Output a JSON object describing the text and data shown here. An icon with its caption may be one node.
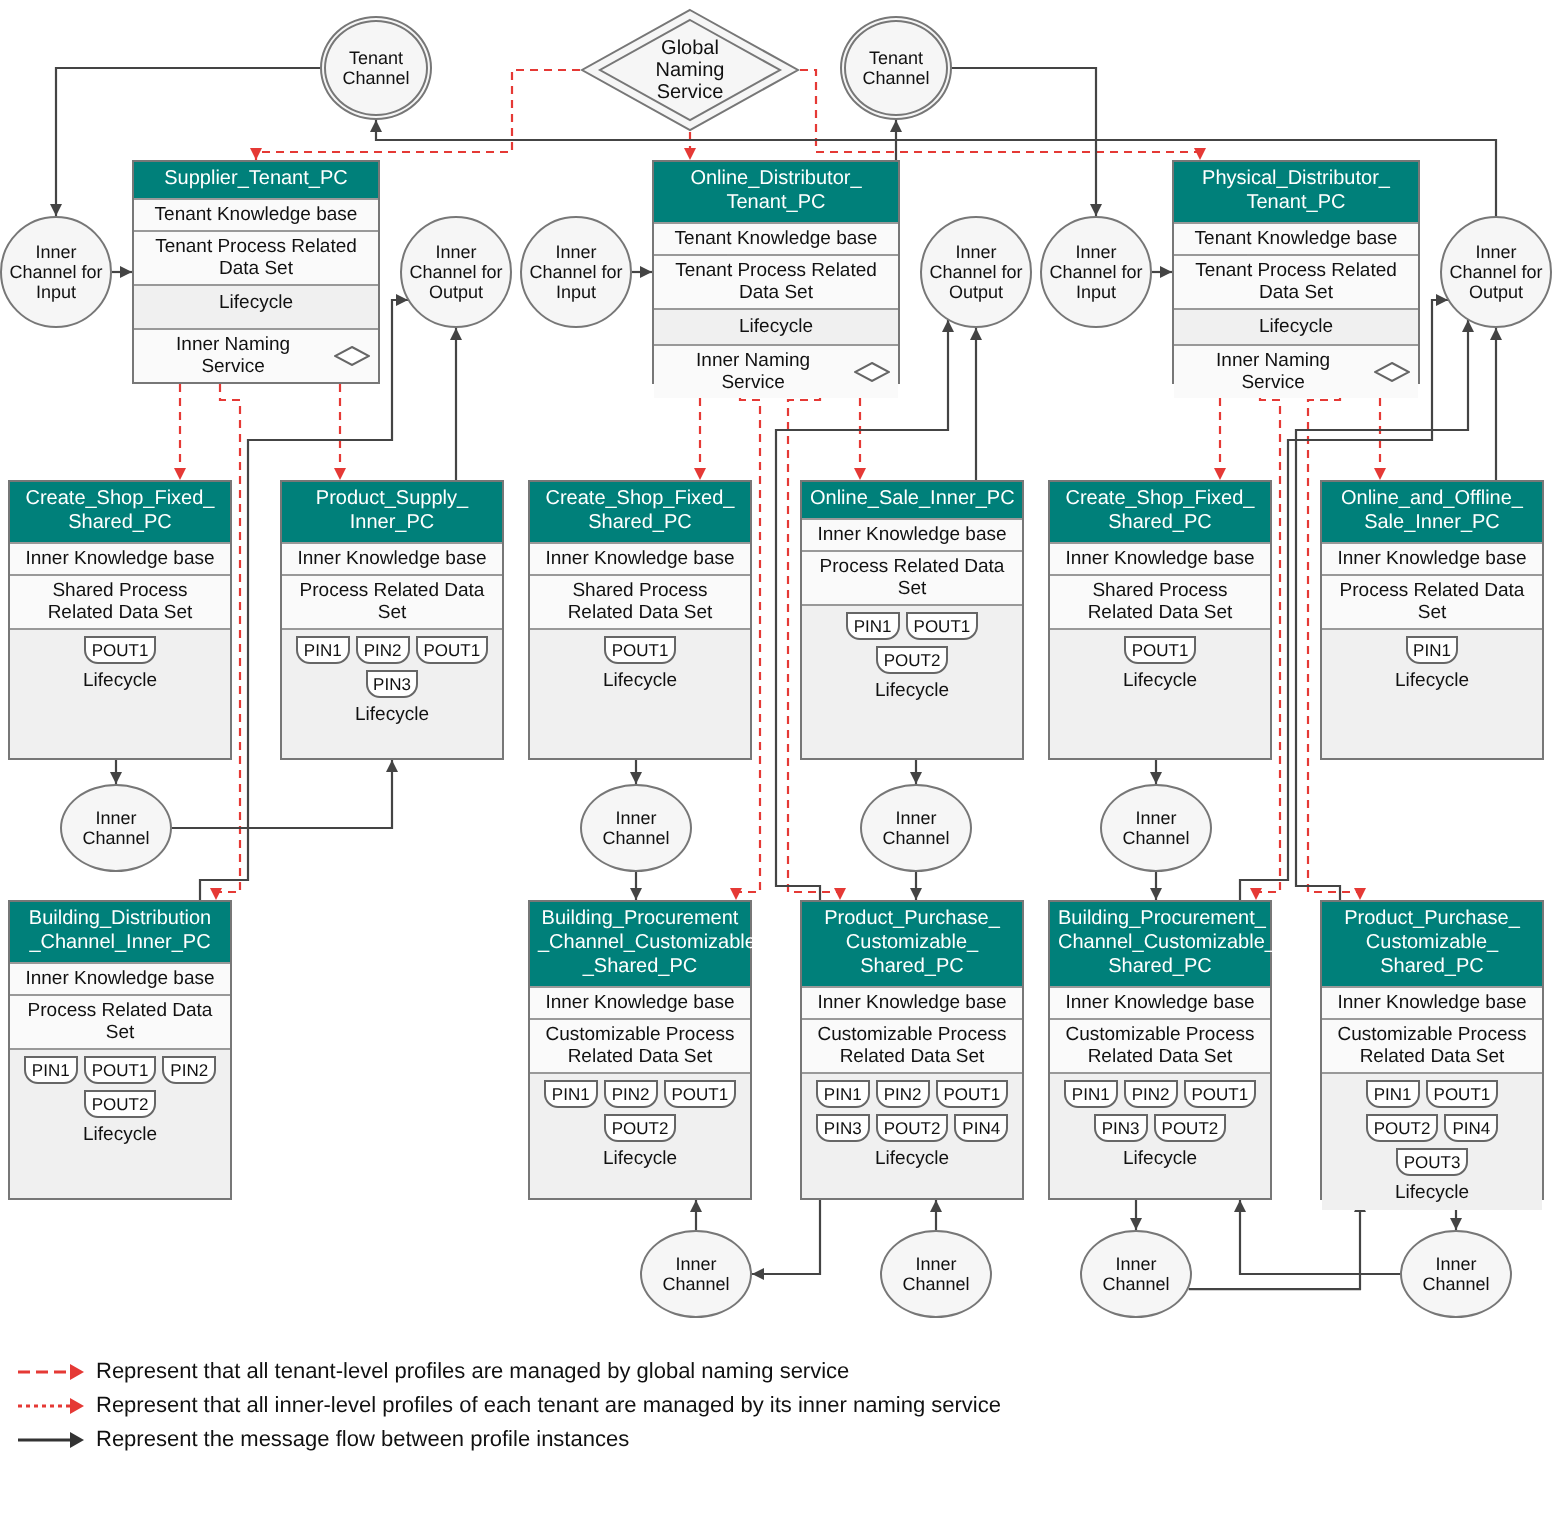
{
  "diagram": {
    "nodes": [
      {
        "text": [
          "Global Naming Service"
        ]
      },
      {
        "text": [
          "Tenant Channel"
        ]
      },
      {
        "text": [
          "Tenant Channel"
        ]
      },
      {
        "text": [
          "Physical_Distributor_ Tenant_PC",
          "Tenant Knowledge base",
          "Tenant Process Related Data Set",
          "Lifecycle",
          "Inner Naming Service"
        ]
      },
      {
        "text": [
          "Inner Channel for Output"
        ]
      },
      {
        "text": [
          "Inner Channel for Input"
        ]
      },
      {
        "text": [
          "Online_and_Offline_ Sale_Inner_PC",
          "Inner Knowledge base",
          "Process Related Data Set",
          "PIN1",
          "Lifecycle"
        ]
      },
      {
        "text": [
          "Product_Purchase_ Customizable_ Shared_PC",
          "Inner Knowledge base",
          "Customizable Process Related Data Set",
          "PIN1",
          "POUT1",
          "POUT2",
          "PIN4",
          "POUT3",
          "Lifecycle"
        ]
      },
      {
        "text": [
          "Inner Channel"
        ]
      },
      {
        "text": [
          "Create_Shop_Fixed_ Shared_PC",
          "Inner Knowledge base",
          "Shared Process Related Data Set",
          "POUT1",
          "Lifecycle"
        ]
      },
      {
        "text": [
          "Inner Channel"
        ]
      },
      {
        "text": [
          "Inner Channel"
        ]
      },
      {
        "text": [
          "Building_Procurement_ Channel_Customizable_ Shared_PC",
          "Inner Knowledge base",
          "Customizable Process Related Data Set",
          "PIN1",
          "PIN2",
          "POUT1",
          "PIN3",
          "POUT2",
          "Lifecycle"
        ]
      },
      {
        "text": [
          "Online_Distributor_ Tenant_PC",
          "Tenant Knowledge base",
          "Tenant Process Related Data Set",
          "Lifecycle",
          "Inner Naming Service"
        ]
      },
      {
        "text": [
          "Inner Channel for Output"
        ]
      },
      {
        "text": [
          "Inner Channel for Input"
        ]
      },
      {
        "text": [
          "Inner Channel"
        ]
      },
      {
        "text": [
          "Inner Channel"
        ]
      },
      {
        "text": [
          "Online_Sale_Inner_PC",
          "Inner Knowledge base",
          "Process Related Data Set",
          "PIN1",
          "POUT1",
          "POUT2",
          "Lifecycle"
        ]
      },
      {
        "text": [
          "Product_Purchase_ Customizable_ Shared_PC",
          "Inner Knowledge base",
          "Customizable Process Related Data Set",
          "PIN1",
          "PIN2",
          "POUT1",
          "PIN3",
          "POUT2",
          "PIN4",
          "Lifecycle"
        ]
      },
      {
        "text": [
          "Inner Channel"
        ]
      },
      {
        "text": [
          "Create_Shop_Fixed_ Shared_PC",
          "Inner Knowledge base",
          "Shared Process Related Data Set",
          "POUT1",
          "Lifecycle"
        ]
      },
      {
        "text": [
          "Inner Channel"
        ]
      },
      {
        "text": [
          "Building_Procurement _Channel_Customizable _Shared_PC",
          "Inner Knowledge base",
          "Customizable Process Related Data Set",
          "PIN1",
          "PIN2",
          "POUT1",
          "POUT2",
          "Lifecycle"
        ]
      },
      {
        "text": [
          "Supplier_Tenant_PC",
          "Tenant Knowledge base",
          "Tenant Process Related Data Set",
          "Lifecycle",
          "Inner Naming Service"
        ]
      },
      {
        "text": [
          "Inner Channel for Input"
        ]
      },
      {
        "text": [
          "Inner Channel for Output"
        ]
      },
      {
        "text": [
          "Product_Supply_ Inner_PC",
          "Inner Knowledge base",
          "Process Related Data Set",
          "PIN1",
          "PIN2",
          "POUT1",
          "PIN3",
          "Lifecycle"
        ]
      },
      {
        "text": [
          "Inner Channel"
        ]
      },
      {
        "text": [
          "Create_Shop_Fixed_ Shared_PC",
          "Inner Knowledge base",
          "Shared Process Related Data Set",
          "POUT1",
          "Lifecycle"
        ]
      },
      {
        "text": [
          "Building_Distribution _Channel_Inner_PC",
          "Inner Knowledge base",
          "Process Related Data Set",
          "PIN1",
          "POUT1",
          "PIN2",
          "POUT2",
          "Lifecycle"
        ]
      }
    ],
    "edges": [
      {
        "from": 0,
        "to": 3,
        "arrow": "to",
        "style": "dashed",
        "color": "#e53935"
      },
      {
        "from": 0,
        "to": 13,
        "arrow": "to",
        "style": "dashed",
        "color": "#e53935"
      },
      {
        "from": 0,
        "to": 24,
        "arrow": "to",
        "style": "dashed",
        "color": "#e53935"
      },
      {
        "from": 3,
        "to": 6,
        "arrow": "to",
        "style": "dashed",
        "color": "#e53935"
      },
      {
        "from": 3,
        "to": 7,
        "arrow": "to",
        "style": "dashed",
        "color": "#e53935"
      },
      {
        "from": 3,
        "to": 9,
        "arrow": "to",
        "style": "dashed",
        "color": "#e53935"
      },
      {
        "from": 3,
        "to": 12,
        "arrow": "to",
        "style": "dashed",
        "color": "#e53935"
      },
      {
        "from": 13,
        "to": 18,
        "arrow": "to",
        "style": "dashed",
        "color": "#e53935"
      },
      {
        "from": 13,
        "to": 19,
        "arrow": "to",
        "style": "dashed",
        "color": "#e53935"
      },
      {
        "from": 13,
        "to": 21,
        "arrow": "to",
        "style": "dashed",
        "color": "#e53935"
      },
      {
        "from": 13,
        "to": 23,
        "arrow": "to",
        "style": "dashed",
        "color": "#e53935"
      },
      {
        "from": 24,
        "to": 27,
        "arrow": "to",
        "style": "dashed",
        "color": "#e53935"
      },
      {
        "from": 24,
        "to": 29,
        "arrow": "to",
        "style": "dashed",
        "color": "#e53935"
      },
      {
        "from": 24,
        "to": 30,
        "arrow": "to",
        "style": "dashed",
        "color": "#e53935"
      },
      {
        "from": 6,
        "to": 4,
        "arrow": "to"
      },
      {
        "from": 7,
        "to": 4,
        "arrow": "to"
      },
      {
        "from": 12,
        "to": 4,
        "arrow": "to"
      },
      {
        "from": 4,
        "to": 2,
        "arrow": "to"
      },
      {
        "from": 1,
        "to": 5,
        "arrow": "to"
      },
      {
        "from": 5,
        "to": 3,
        "arrow": "to"
      },
      {
        "from": 9,
        "to": 8,
        "arrow": "to"
      },
      {
        "from": 8,
        "to": 12,
        "arrow": "to"
      },
      {
        "from": 7,
        "to": 10,
        "arrow": "to"
      },
      {
        "from": 10,
        "to": 12,
        "arrow": "to"
      },
      {
        "from": 12,
        "to": 11,
        "arrow": "to"
      },
      {
        "from": 11,
        "to": 7,
        "arrow": "to"
      },
      {
        "from": 18,
        "to": 14,
        "arrow": "to"
      },
      {
        "from": 19,
        "to": 14,
        "arrow": "to"
      },
      {
        "from": 13,
        "to": 1,
        "arrow": "to"
      },
      {
        "from": 15,
        "to": 13,
        "arrow": "to"
      },
      {
        "from": 18,
        "to": 16,
        "arrow": "to"
      },
      {
        "from": 16,
        "to": 19,
        "arrow": "to"
      },
      {
        "from": 17,
        "to": 19,
        "arrow": "to"
      },
      {
        "from": 21,
        "to": 20,
        "arrow": "to"
      },
      {
        "from": 20,
        "to": 23,
        "arrow": "to"
      },
      {
        "from": 19,
        "to": 22,
        "arrow": "to"
      },
      {
        "from": 22,
        "to": 23,
        "arrow": "to"
      },
      {
        "from": 2,
        "to": 25,
        "arrow": "to"
      },
      {
        "from": 25,
        "to": 24,
        "arrow": "to"
      },
      {
        "from": 29,
        "to": 28,
        "arrow": "to"
      },
      {
        "from": 28,
        "to": 27,
        "arrow": "to"
      },
      {
        "from": 30,
        "to": 26,
        "arrow": "to"
      },
      {
        "from": 27,
        "to": 26,
        "arrow": "to"
      }
    ],
    "legend": [
      {
        "text": "Represent that all tenant-level profiles are managed by global naming service"
      },
      {
        "text": "Represent that all inner-level profiles of each tenant are managed by its inner naming service"
      },
      {
        "text": "Represent the message flow between profile instances"
      }
    ]
  }
}
